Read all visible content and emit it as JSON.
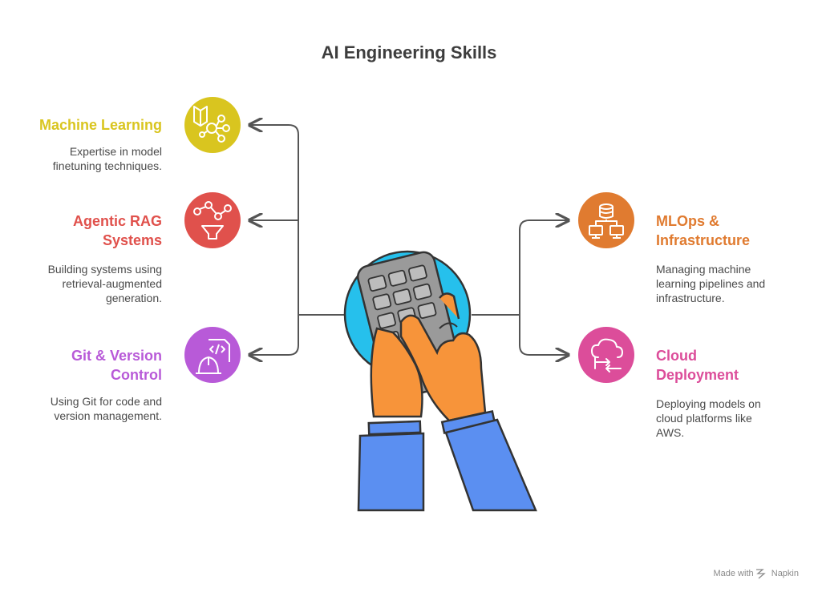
{
  "title": "AI Engineering Skills",
  "skills": [
    {
      "label_lines": [
        "Machine Learning"
      ],
      "desc_lines": [
        "Expertise in model",
        "finetuning techniques."
      ],
      "color": "#d9c51f",
      "icon": "book-network-icon"
    },
    {
      "label_lines": [
        "Agentic RAG",
        "Systems"
      ],
      "desc_lines": [
        "Building systems using",
        "retrieval-augmented",
        "generation."
      ],
      "color": "#e0514c",
      "icon": "network-funnel-icon"
    },
    {
      "label_lines": [
        "Git & Version",
        "Control"
      ],
      "desc_lines": [
        "Using Git for code and",
        "version management."
      ],
      "color": "#b85ad8",
      "icon": "code-file-hardhat-icon"
    },
    {
      "label_lines": [
        "MLOps &",
        "Infrastructure"
      ],
      "desc_lines": [
        "Managing machine",
        "learning pipelines and",
        "infrastructure."
      ],
      "color": "#e07b30",
      "icon": "database-computers-icon"
    },
    {
      "label_lines": [
        "Cloud",
        "Deployment"
      ],
      "desc_lines": [
        "Deploying models on",
        "cloud platforms like",
        "AWS."
      ],
      "color": "#dc4d9a",
      "icon": "cloud-sync-icon"
    }
  ],
  "footer": {
    "made_with": "Made with",
    "brand": "Napkin"
  }
}
